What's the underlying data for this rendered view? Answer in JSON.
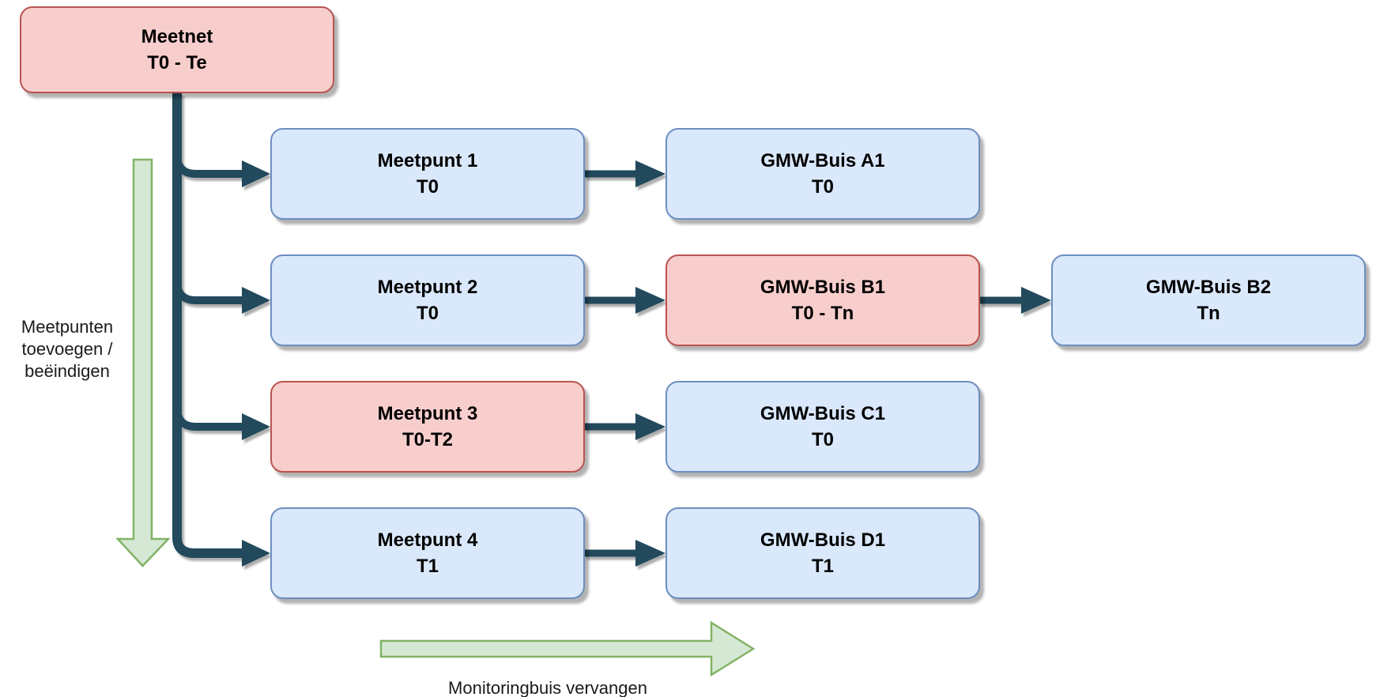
{
  "diagram": {
    "nodes": [
      {
        "id": "meetnet",
        "title": "Meetnet",
        "period": "T0 - Te",
        "variant": "red"
      },
      {
        "id": "meetpunt-1",
        "title": "Meetpunt 1",
        "period": "T0",
        "variant": "blue"
      },
      {
        "id": "gmw-buis-a1",
        "title": "GMW-Buis A1",
        "period": "T0",
        "variant": "blue"
      },
      {
        "id": "meetpunt-2",
        "title": "Meetpunt 2",
        "period": "T0",
        "variant": "blue"
      },
      {
        "id": "gmw-buis-b1",
        "title": "GMW-Buis B1",
        "period": "T0 - Tn",
        "variant": "red"
      },
      {
        "id": "gmw-buis-b2",
        "title": "GMW-Buis B2",
        "period": "Tn",
        "variant": "blue"
      },
      {
        "id": "meetpunt-3",
        "title": "Meetpunt 3",
        "period": "T0-T2",
        "variant": "red"
      },
      {
        "id": "gmw-buis-c1",
        "title": "GMW-Buis C1",
        "period": "T0",
        "variant": "blue"
      },
      {
        "id": "meetpunt-4",
        "title": "Meetpunt 4",
        "period": "T1",
        "variant": "blue"
      },
      {
        "id": "gmw-buis-d1",
        "title": "GMW-Buis D1",
        "period": "T1",
        "variant": "blue"
      }
    ],
    "edges": [
      {
        "from": "meetnet",
        "to": "meetpunt-1"
      },
      {
        "from": "meetnet",
        "to": "meetpunt-2"
      },
      {
        "from": "meetnet",
        "to": "meetpunt-3"
      },
      {
        "from": "meetnet",
        "to": "meetpunt-4"
      },
      {
        "from": "meetpunt-1",
        "to": "gmw-buis-a1"
      },
      {
        "from": "meetpunt-2",
        "to": "gmw-buis-b1"
      },
      {
        "from": "gmw-buis-b1",
        "to": "gmw-buis-b2"
      },
      {
        "from": "meetpunt-3",
        "to": "gmw-buis-c1"
      },
      {
        "from": "meetpunt-4",
        "to": "gmw-buis-d1"
      }
    ],
    "annotations": {
      "left_label_lines": [
        "Meetpunten",
        "toevoegen /",
        "beëindigen"
      ],
      "bottom_label": "Monitoringbuis vervangen"
    },
    "colors": {
      "blue_fill": "#dae8fc",
      "blue_border": "#6c8ebf",
      "red_fill": "#f8cecc",
      "red_border": "#b85450",
      "connector": "#21495c",
      "green_fill": "#d5e8d4",
      "green_border": "#82b366",
      "text": "#000000"
    }
  }
}
